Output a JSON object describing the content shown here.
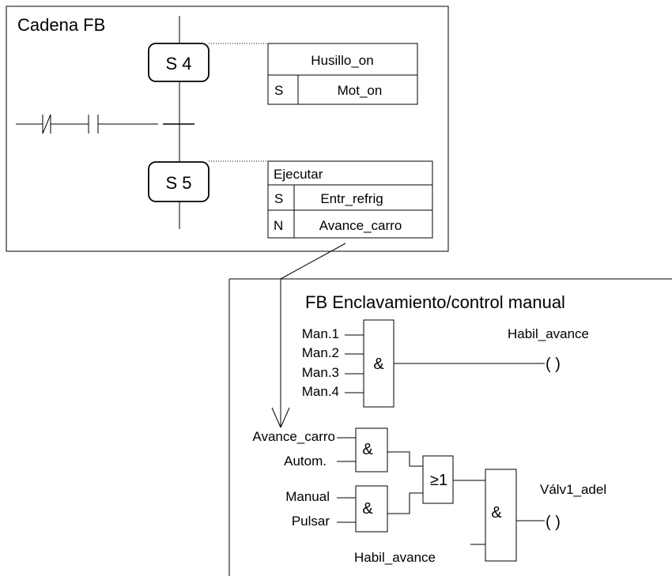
{
  "chain": {
    "title": "Cadena FB",
    "step1": {
      "label": "S 4",
      "action_title": "Husillo_on",
      "actions": [
        {
          "qualifier": "S",
          "name": "Mot_on"
        }
      ]
    },
    "step2": {
      "label": "S 5",
      "action_title": "Ejecutar",
      "actions": [
        {
          "qualifier": "S",
          "name": "Entr_refrig"
        },
        {
          "qualifier": "N",
          "name": "Avance_carro"
        }
      ]
    }
  },
  "fb": {
    "title": "FB Enclavamiento/control manual",
    "and1": {
      "symbol": "&",
      "inputs": [
        "Man.1",
        "Man.2",
        "Man.3",
        "Man.4"
      ],
      "output": "Habil_avance",
      "coil": "(  )"
    },
    "and2": {
      "symbol": "&",
      "inputs": [
        "Avance_carro",
        "Autom."
      ]
    },
    "and3": {
      "symbol": "&",
      "inputs": [
        "Manual",
        "Pulsar"
      ]
    },
    "or1": {
      "symbol": "≥1"
    },
    "and4": {
      "symbol": "&",
      "input_bottom": "Habil_avance",
      "output": "Válv1_adel",
      "coil": "(  )"
    }
  }
}
